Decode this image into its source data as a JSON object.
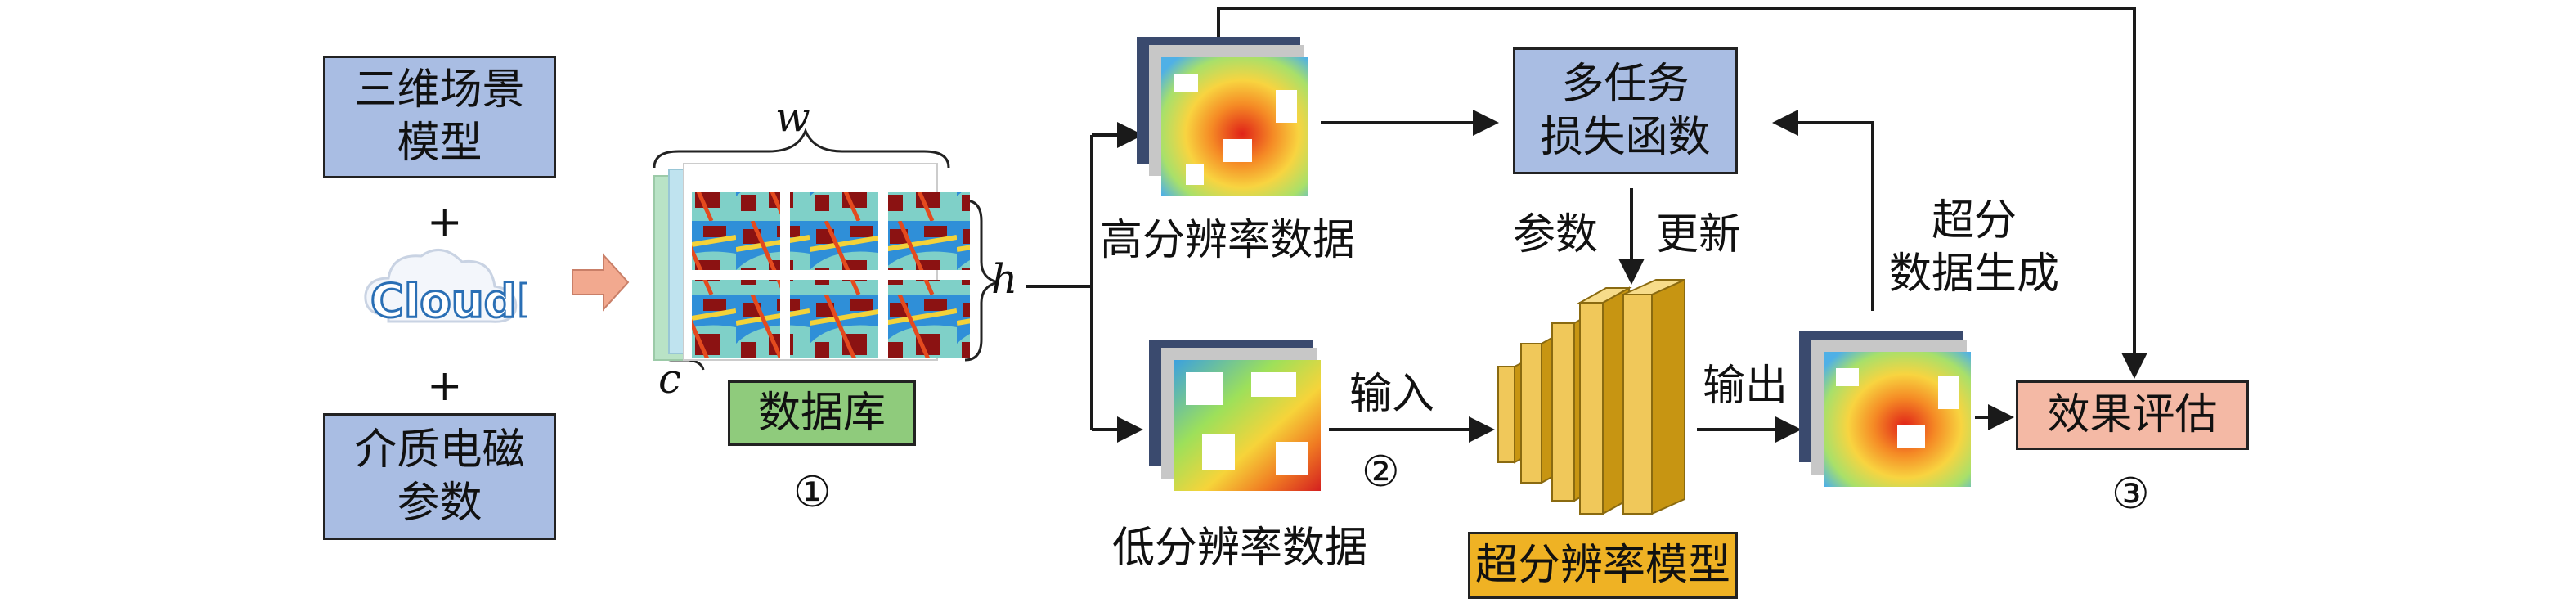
{
  "inputs": {
    "scene_model": [
      "三维场景",
      "模型"
    ],
    "plus_1": "+",
    "logo_text": "CloudRT",
    "plus_2": "+",
    "em_params": [
      "介质电磁",
      "参数"
    ]
  },
  "database": {
    "label": "数据库",
    "dim_w": "w",
    "dim_h": "h",
    "dim_c": "c",
    "step": "①"
  },
  "high_res": {
    "label": "高分辨率数据"
  },
  "low_res": {
    "label": "低分辨率数据"
  },
  "loss": {
    "label": [
      "多任务",
      "损失函数"
    ]
  },
  "params_update": {
    "left": "参数",
    "right": "更新"
  },
  "input_arrow": {
    "label": "输入",
    "step": "②"
  },
  "model": {
    "label": "超分辨率模型"
  },
  "output_arrow": {
    "label": "输出"
  },
  "sr_generation": {
    "label": [
      "超分",
      "数据生成"
    ]
  },
  "evaluation": {
    "label": "效果评估",
    "step": "③"
  },
  "colors": {
    "blue_box": "#a9bde3",
    "green_box": "#8fcb7c",
    "orange_box": "#efb224",
    "salmon_box": "#f4b9a5",
    "arrow": "#1a1a1a",
    "input_arrow": "#f2a98f"
  }
}
